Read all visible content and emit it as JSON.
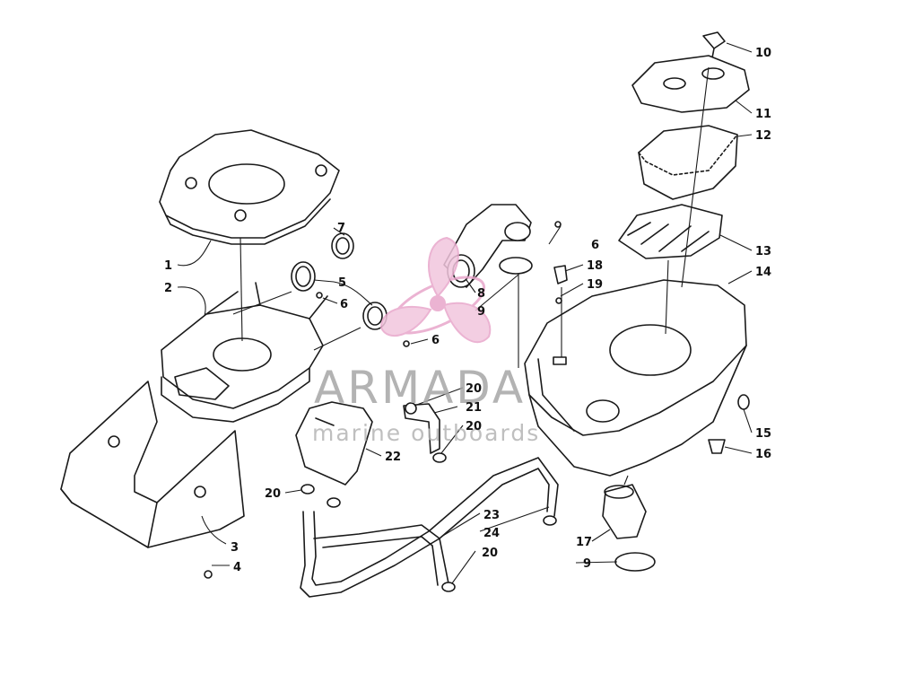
{
  "diagram": {
    "callouts": [
      {
        "id": "c1",
        "label": "1"
      },
      {
        "id": "c2",
        "label": "2"
      },
      {
        "id": "c3",
        "label": "3"
      },
      {
        "id": "c4",
        "label": "4"
      },
      {
        "id": "c5",
        "label": "5"
      },
      {
        "id": "c6a",
        "label": "6"
      },
      {
        "id": "c6b",
        "label": "6"
      },
      {
        "id": "c6c",
        "label": "6"
      },
      {
        "id": "c7",
        "label": "7"
      },
      {
        "id": "c8",
        "label": "8"
      },
      {
        "id": "c9a",
        "label": "9"
      },
      {
        "id": "c9b",
        "label": "9"
      },
      {
        "id": "c10",
        "label": "10"
      },
      {
        "id": "c11",
        "label": "11"
      },
      {
        "id": "c12",
        "label": "12"
      },
      {
        "id": "c13",
        "label": "13"
      },
      {
        "id": "c14",
        "label": "14"
      },
      {
        "id": "c15",
        "label": "15"
      },
      {
        "id": "c16",
        "label": "16"
      },
      {
        "id": "c17",
        "label": "17"
      },
      {
        "id": "c18",
        "label": "18"
      },
      {
        "id": "c19",
        "label": "19"
      },
      {
        "id": "c20a",
        "label": "20"
      },
      {
        "id": "c20b",
        "label": "20"
      },
      {
        "id": "c20c",
        "label": "20"
      },
      {
        "id": "c20d",
        "label": "20"
      },
      {
        "id": "c21",
        "label": "21"
      },
      {
        "id": "c22",
        "label": "22"
      },
      {
        "id": "c23",
        "label": "23"
      },
      {
        "id": "c24",
        "label": "24"
      }
    ]
  },
  "watermark": {
    "brand": "ARMADA",
    "tagline": "marine outboards",
    "colors": {
      "logo": "#e8a6cb",
      "text": "#a6a6a6"
    }
  }
}
